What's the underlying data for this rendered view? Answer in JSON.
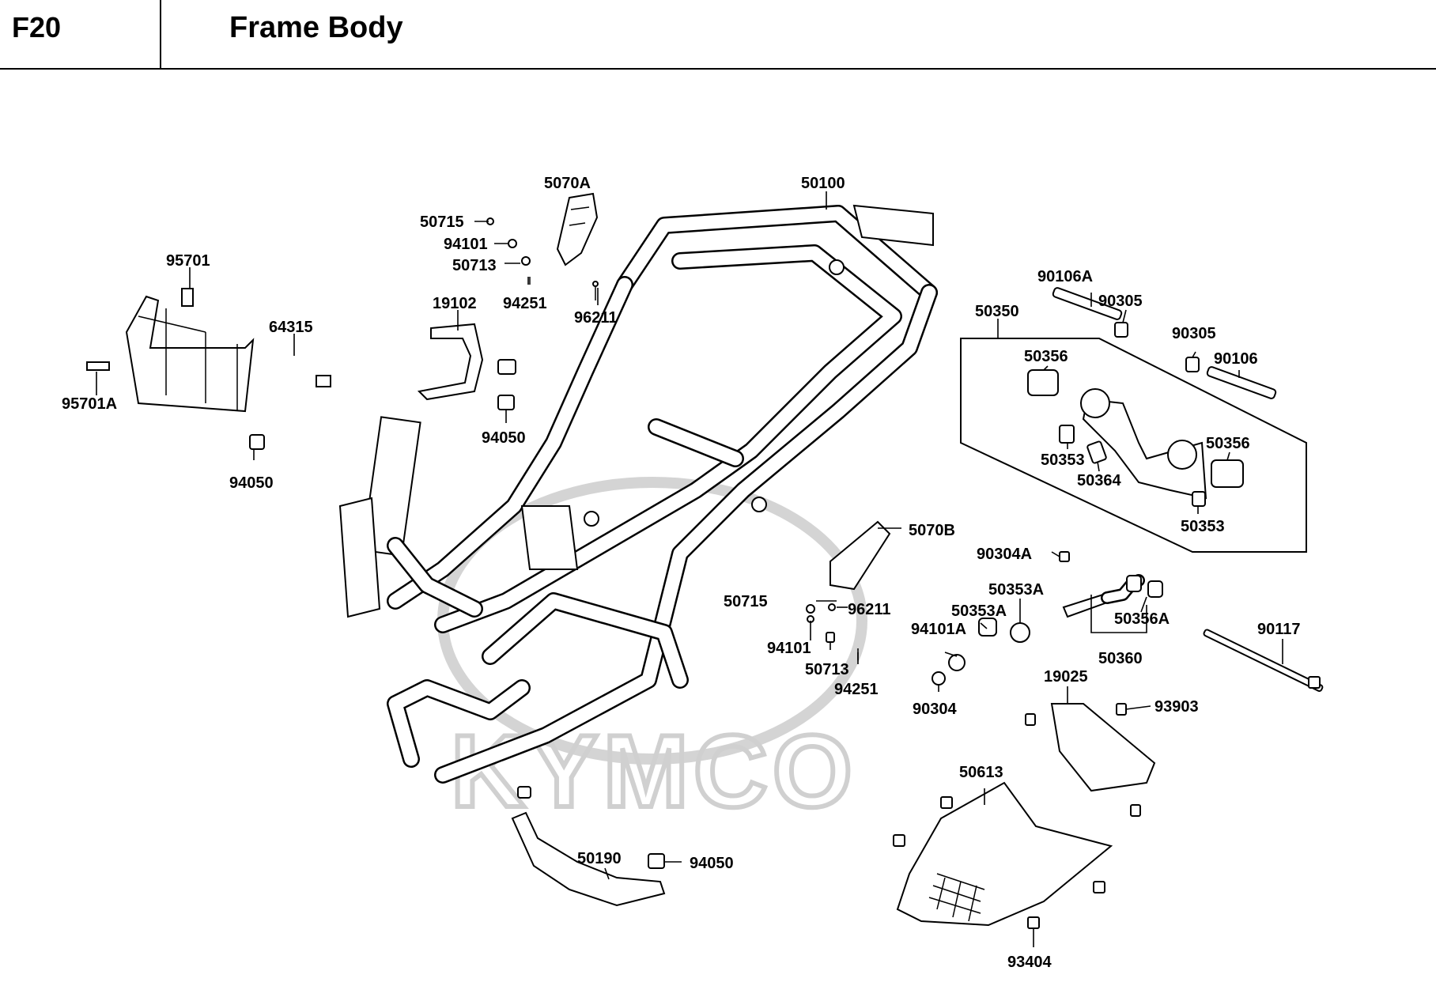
{
  "header": {
    "code": "F20",
    "title": "Frame Body"
  },
  "watermark": "KYMCO",
  "callouts": [
    {
      "id": "c-5070A",
      "text": "5070A"
    },
    {
      "id": "c-50100",
      "text": "50100"
    },
    {
      "id": "c-50715-top",
      "text": "50715"
    },
    {
      "id": "c-94101-top",
      "text": "94101"
    },
    {
      "id": "c-50713-top",
      "text": "50713"
    },
    {
      "id": "c-94251-top",
      "text": "94251"
    },
    {
      "id": "c-96211-top",
      "text": "96211"
    },
    {
      "id": "c-95701",
      "text": "95701"
    },
    {
      "id": "c-19102",
      "text": "19102"
    },
    {
      "id": "c-64315",
      "text": "64315"
    },
    {
      "id": "c-95701A",
      "text": "95701A"
    },
    {
      "id": "c-94050-a",
      "text": "94050"
    },
    {
      "id": "c-94050-b",
      "text": "94050"
    },
    {
      "id": "c-50350",
      "text": "50350"
    },
    {
      "id": "c-90106A",
      "text": "90106A"
    },
    {
      "id": "c-90305-a",
      "text": "90305"
    },
    {
      "id": "c-90305-b",
      "text": "90305"
    },
    {
      "id": "c-90106",
      "text": "90106"
    },
    {
      "id": "c-50356-a",
      "text": "50356"
    },
    {
      "id": "c-50356-b",
      "text": "50356"
    },
    {
      "id": "c-50353-a",
      "text": "50353"
    },
    {
      "id": "c-50364",
      "text": "50364"
    },
    {
      "id": "c-50353-b",
      "text": "50353"
    },
    {
      "id": "c-5070B",
      "text": "5070B"
    },
    {
      "id": "c-90304A",
      "text": "90304A"
    },
    {
      "id": "c-50715-mid",
      "text": "50715"
    },
    {
      "id": "c-96211-mid",
      "text": "96211"
    },
    {
      "id": "c-50353A-a",
      "text": "50353A"
    },
    {
      "id": "c-50353A-b",
      "text": "50353A"
    },
    {
      "id": "c-94101A",
      "text": "94101A"
    },
    {
      "id": "c-50356A",
      "text": "50356A"
    },
    {
      "id": "c-50360",
      "text": "50360"
    },
    {
      "id": "c-90117",
      "text": "90117"
    },
    {
      "id": "c-94101-mid",
      "text": "94101"
    },
    {
      "id": "c-50713-mid",
      "text": "50713"
    },
    {
      "id": "c-94251-mid",
      "text": "94251"
    },
    {
      "id": "c-90304",
      "text": "90304"
    },
    {
      "id": "c-19025",
      "text": "19025"
    },
    {
      "id": "c-93903",
      "text": "93903"
    },
    {
      "id": "c-50613",
      "text": "50613"
    },
    {
      "id": "c-50190",
      "text": "50190"
    },
    {
      "id": "c-94050-c",
      "text": "94050"
    },
    {
      "id": "c-93404",
      "text": "93404"
    }
  ]
}
